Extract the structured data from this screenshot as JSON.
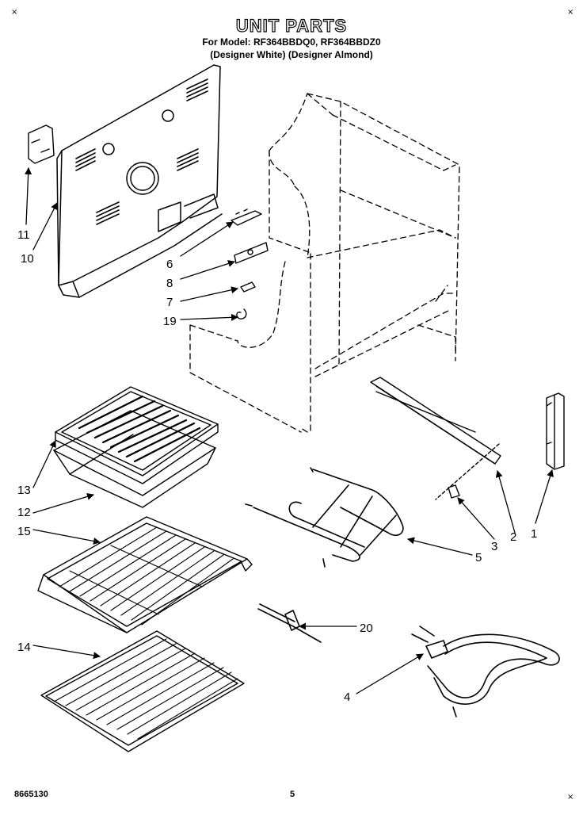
{
  "header": {
    "title": "UNIT PARTS",
    "models": "For Model: RF364BBDQ0, RF364BBDZ0",
    "colors": "(Designer White) (Designer Almond)"
  },
  "corners": {
    "mark": "×"
  },
  "footer": {
    "doc_number": "8665130",
    "page_number": "5"
  },
  "callouts": [
    "1",
    "2",
    "3",
    "4",
    "5",
    "6",
    "7",
    "8",
    "10",
    "11",
    "12",
    "13",
    "14",
    "15",
    "19",
    "20"
  ]
}
